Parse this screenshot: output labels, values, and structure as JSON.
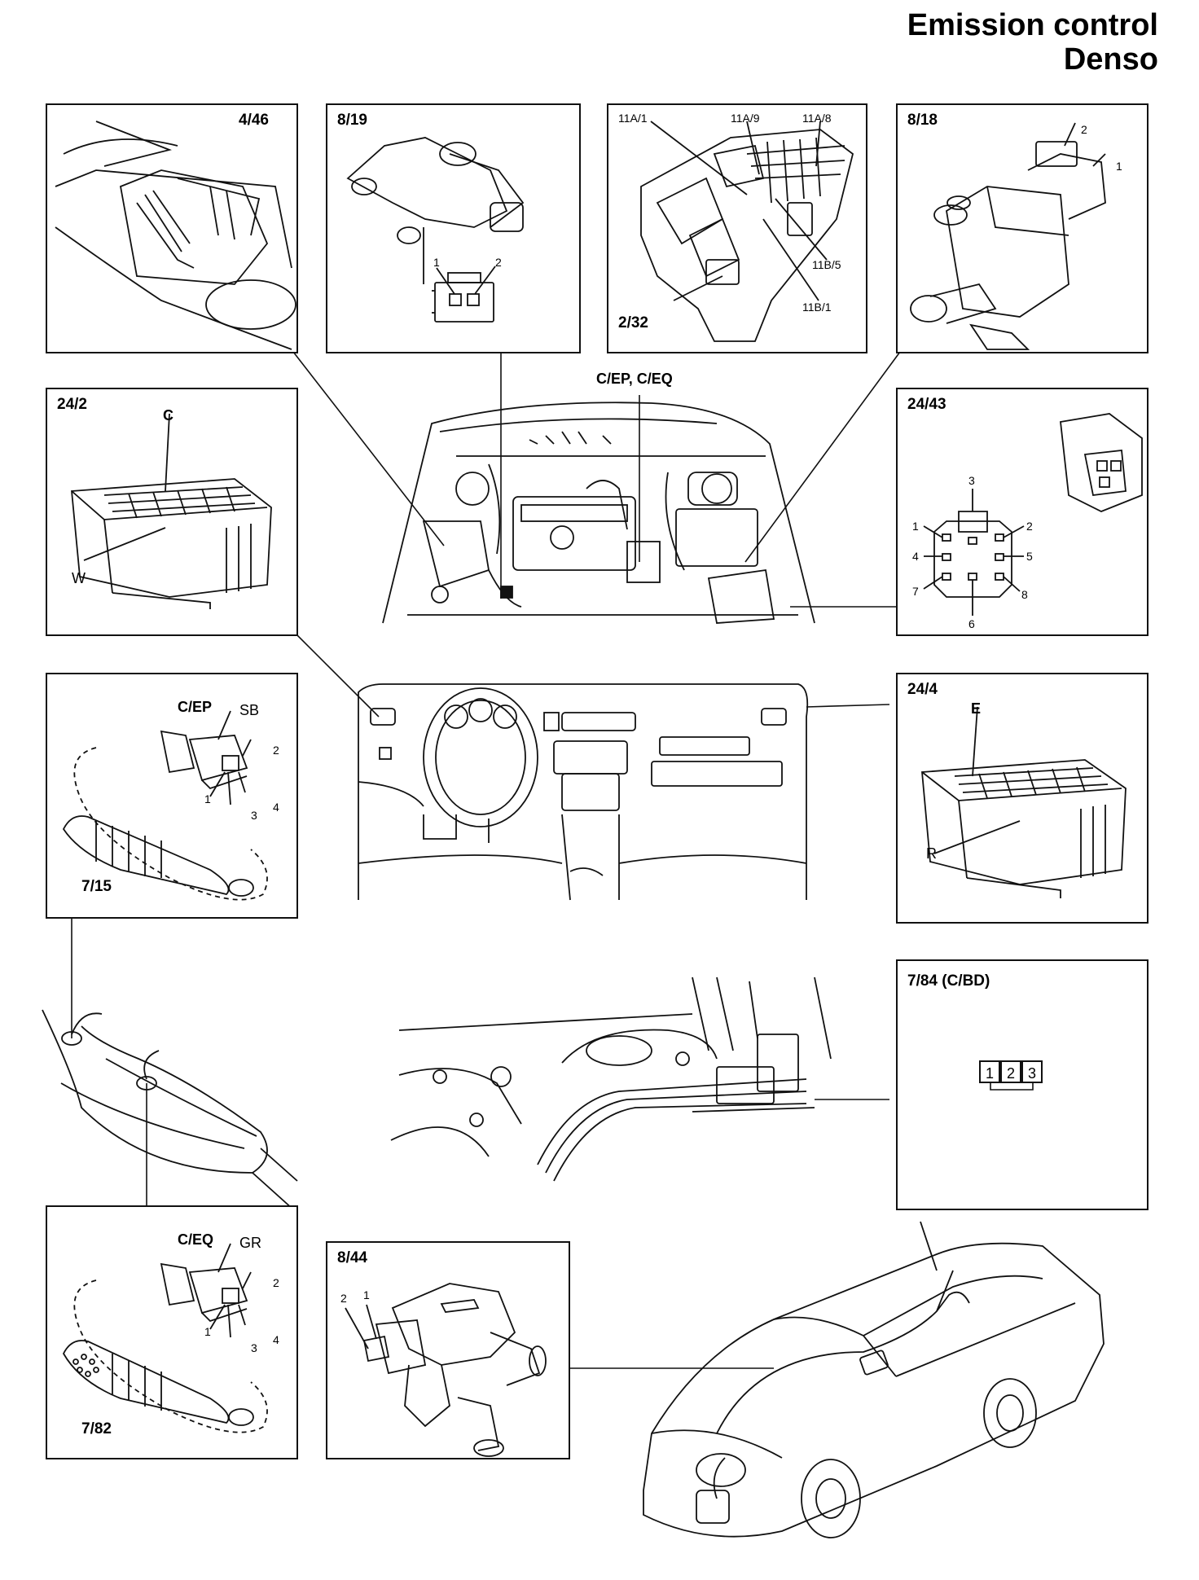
{
  "title": {
    "line1": "Emission control",
    "line2": "Denso"
  },
  "panels": {
    "p446": {
      "label": "4/46"
    },
    "p819": {
      "label": "8/19",
      "pin1": "1",
      "pin2": "2"
    },
    "pfuse": {
      "l11a1": "11A/1",
      "l11a9": "11A/9",
      "l11a8": "11A/8",
      "l11b5": "11B/5",
      "l11b1": "11B/1",
      "l232": "2/32"
    },
    "p818": {
      "label": "8/18",
      "pin2": "2",
      "pin1": "1"
    },
    "p242": {
      "label": "24/2",
      "c": "C",
      "w": "W"
    },
    "p2443": {
      "label": "24/43",
      "pins": [
        "1",
        "2",
        "3",
        "4",
        "5",
        "6",
        "7",
        "8"
      ]
    },
    "pcep": {
      "label": "C/EP",
      "sb": "SB",
      "p1": "1",
      "p2": "2",
      "p3": "3",
      "p4": "4",
      "part": "7/15"
    },
    "p244": {
      "label": "24/4",
      "e": "E",
      "r": "R"
    },
    "p784": {
      "label": "7/84 (C/BD)",
      "pins": [
        "1",
        "2",
        "3"
      ]
    },
    "pceq": {
      "label": "C/EQ",
      "gr": "GR",
      "p1": "1",
      "p2": "2",
      "p3": "3",
      "p4": "4",
      "part": "7/82"
    },
    "p844": {
      "label": "8/44",
      "pin2": "2",
      "pin1": "1"
    }
  },
  "engine_label": "C/EP, C/EQ"
}
